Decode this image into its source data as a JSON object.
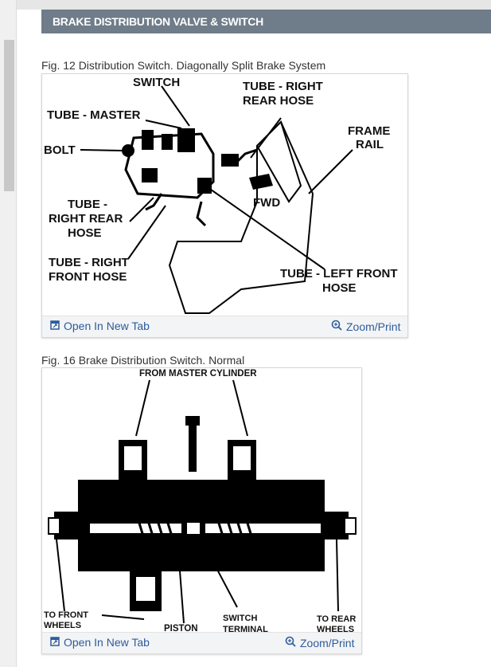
{
  "header": {
    "title": "BRAKE DISTRIBUTION VALVE & SWITCH"
  },
  "figures": [
    {
      "caption": "Fig. 12 Distribution Switch. Diagonally Split Brake System",
      "labels": {
        "switch": "SWITCH",
        "tube_right_rear_1": "TUBE - RIGHT",
        "tube_right_rear_2": "REAR HOSE",
        "tube_master": "TUBE - MASTER",
        "frame_1": "FRAME",
        "frame_2": "RAIL",
        "bolt": "BOLT",
        "tube_rrh_1": "TUBE -",
        "tube_rrh_2": "RIGHT REAR",
        "tube_rrh_3": "HOSE",
        "fwd": "FWD",
        "tube_rfh_1": "TUBE - RIGHT",
        "tube_rfh_2": "FRONT HOSE",
        "tube_lfh_1": "TUBE - LEFT FRONT",
        "tube_lfh_2": "HOSE"
      },
      "open_label": "Open In New Tab",
      "zoom_label": "Zoom/Print"
    },
    {
      "caption": "Fig. 16 Brake Distribution Switch. Normal",
      "labels": {
        "from_master": "FROM MASTER CYLINDER",
        "to_front_1": "TO FRONT",
        "to_front_2": "WHEELS",
        "piston": "PISTON",
        "switch_1": "SWITCH",
        "switch_2": "TERMINAL",
        "to_rear_1": "TO REAR",
        "to_rear_2": "WHEELS"
      },
      "open_label": "Open In New Tab",
      "zoom_label": "Zoom/Print"
    }
  ],
  "icons": {
    "open": "open-in-new-tab-icon",
    "zoom": "zoom-magnifier-icon"
  },
  "colors": {
    "header_bg": "#6f7c89",
    "link": "#2d5b9b"
  }
}
